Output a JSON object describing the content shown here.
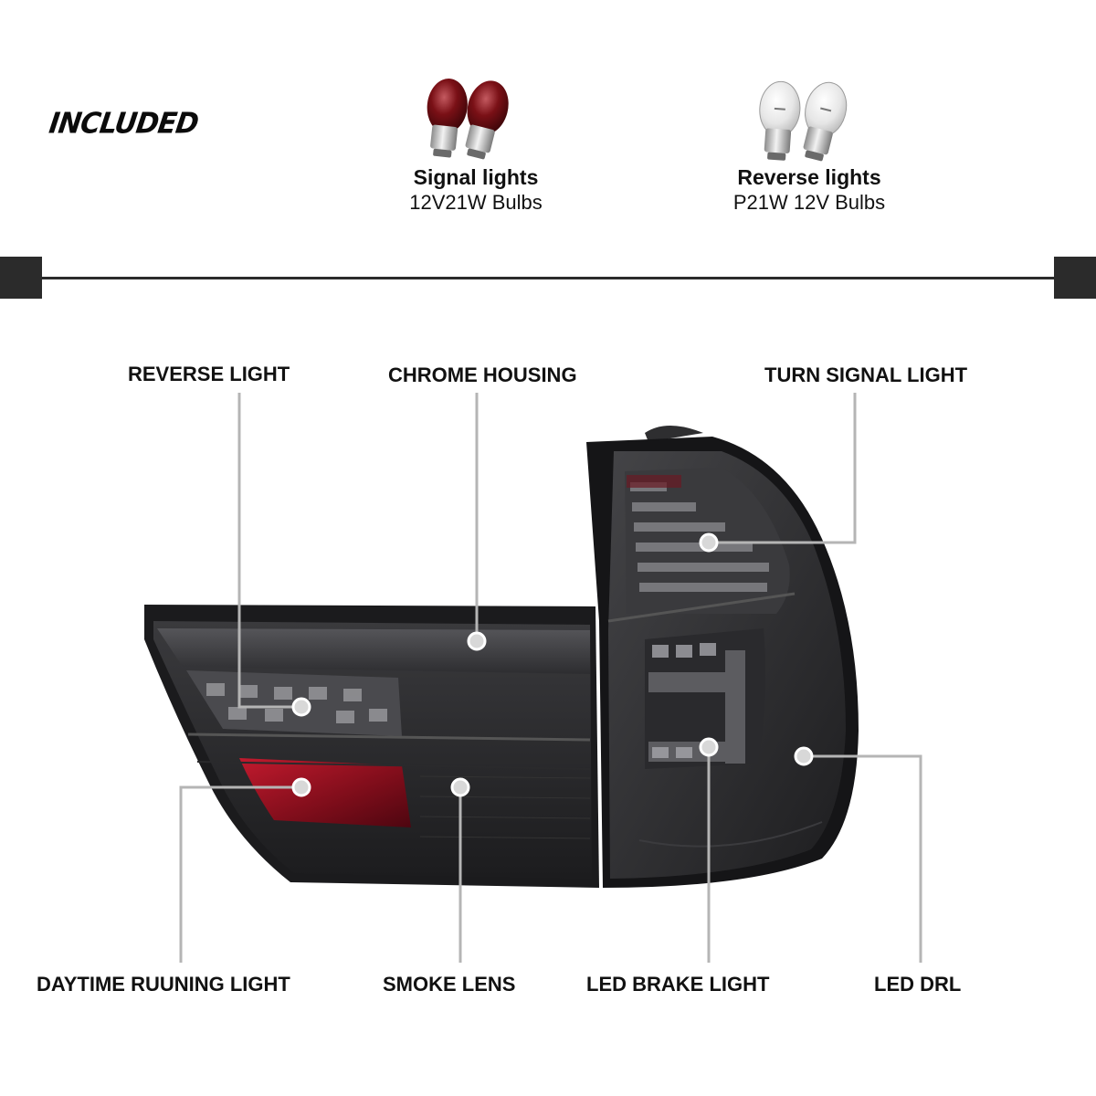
{
  "header": {
    "included_label": "INCLUDED"
  },
  "bulbs": [
    {
      "title": "Signal lights",
      "subtitle": "12V21W Bulbs",
      "icon": "red-bulb-icon",
      "color": "#7a1016"
    },
    {
      "title": "Reverse lights",
      "subtitle": "P21W 12V Bulbs",
      "icon": "clear-bulb-icon",
      "color": "#e8e8e8"
    }
  ],
  "callouts": {
    "reverse_light": "REVERSE LIGHT",
    "chrome_housing": "CHROME HOUSING",
    "turn_signal_light": "TURN SIGNAL LIGHT",
    "daytime_running_light": "DAYTIME RUUNING LIGHT",
    "smoke_lens": "SMOKE LENS",
    "led_brake_light": "LED BRAKE LIGHT",
    "led_drl": "LED DRL"
  },
  "colors": {
    "leader": "#b5b5b5",
    "lens": "#2a2a2c",
    "red_reflector": "#8a0f1e"
  }
}
